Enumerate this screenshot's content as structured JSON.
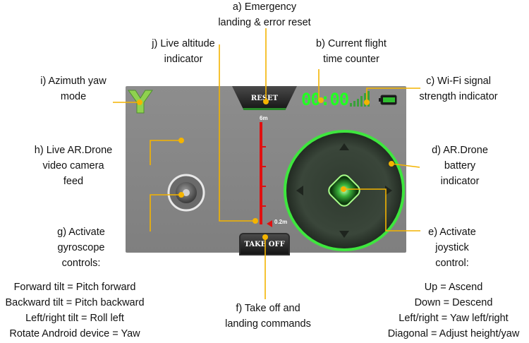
{
  "screen": {
    "reset_label": "RESET",
    "timer": "00:00",
    "takeoff_label": "TAKE OFF",
    "altitude_top": "6m",
    "altitude_bottom": "0.2m"
  },
  "callouts": {
    "a": [
      "a) Emergency",
      "landing & error reset"
    ],
    "b": [
      "b) Current flight",
      "time counter"
    ],
    "c": [
      "c) Wi-Fi signal",
      "strength indicator"
    ],
    "d": [
      "d) AR.Drone",
      "battery",
      "indicator"
    ],
    "e": [
      "e) Activate",
      "joystick",
      "control:"
    ],
    "f": [
      "f) Take off and",
      "landing commands"
    ],
    "g": [
      "g) Activate",
      "gyroscope",
      "controls:"
    ],
    "h": [
      "h) Live AR.Drone",
      "video camera",
      "feed"
    ],
    "i": [
      "i) Azimuth yaw",
      "mode"
    ],
    "j": [
      "j) Live altitude",
      "indicator"
    ]
  },
  "gyro_notes": [
    "Forward tilt = Pitch forward",
    "Backward tilt = Pitch backward",
    "Left/right tilt = Roll left",
    "Rotate Android device = Yaw"
  ],
  "joystick_notes": [
    "Up = Ascend",
    "Down = Descend",
    "Left/right = Yaw left/right",
    "Diagonal = Adjust height/yaw"
  ],
  "colors": {
    "callout_line": "#f4b400",
    "callout_dot": "#f4b400",
    "accent_green": "#22ff22",
    "altitude_red": "#e01010"
  }
}
